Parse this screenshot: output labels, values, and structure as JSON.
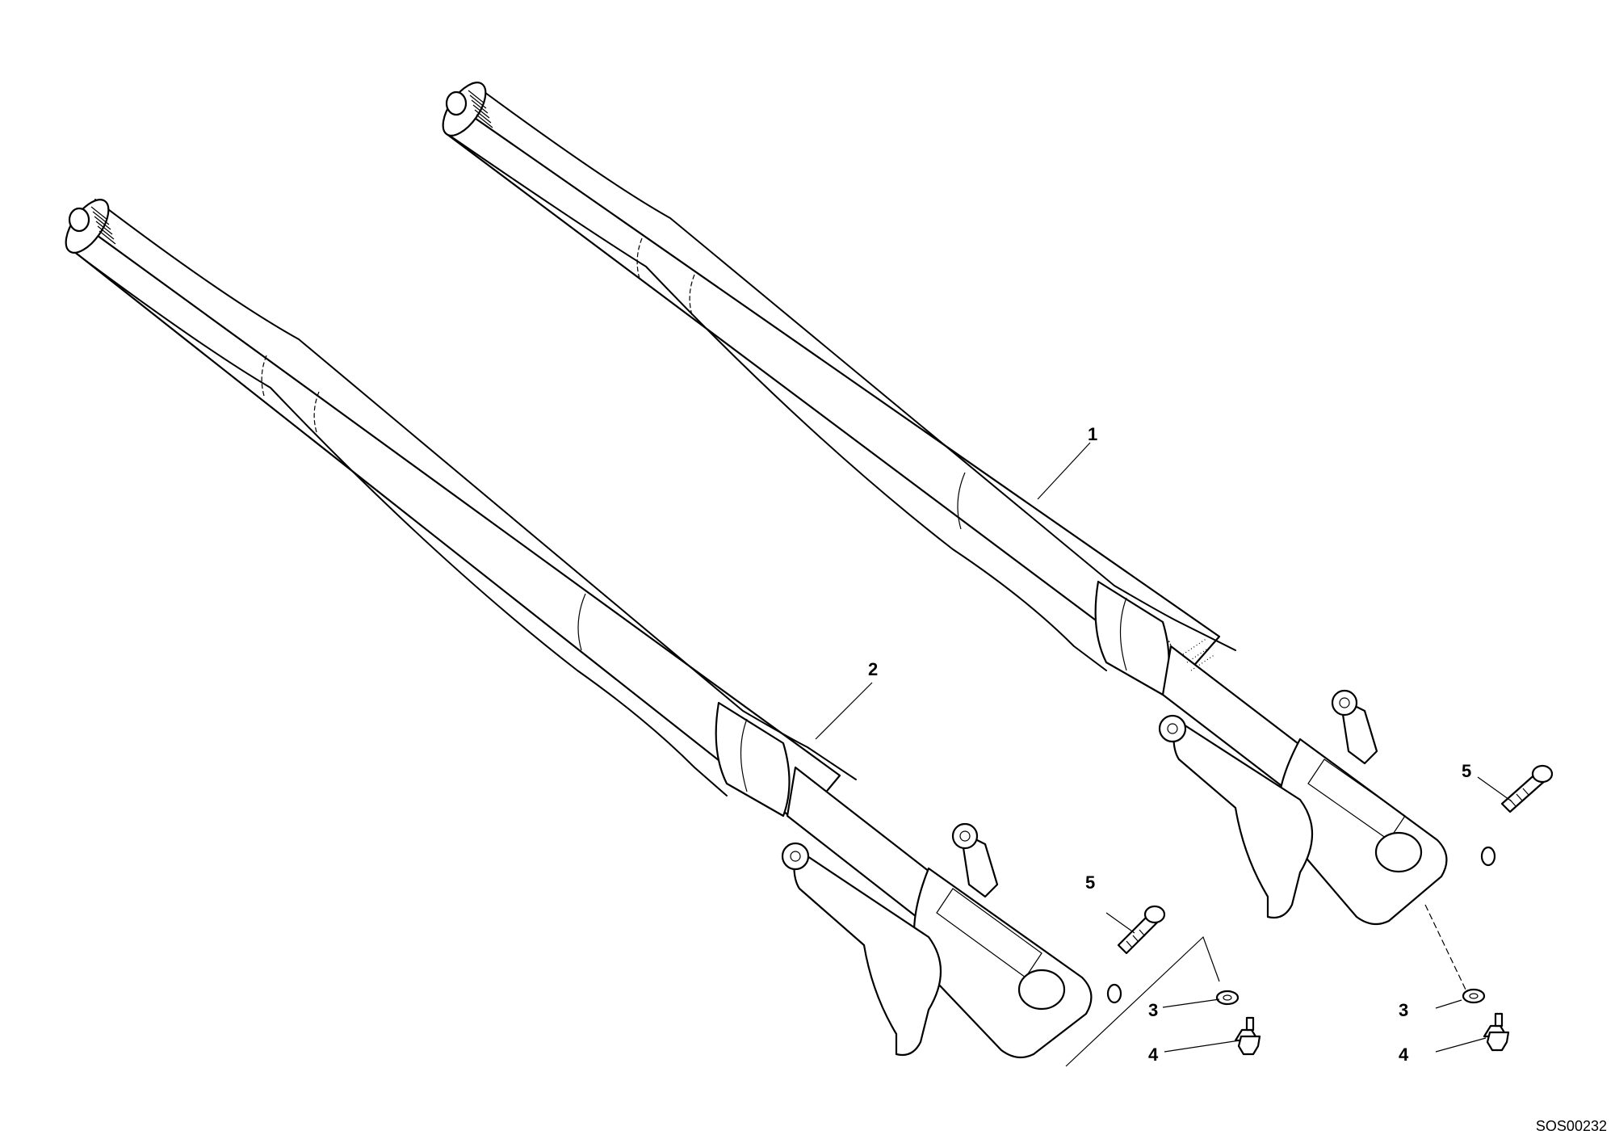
{
  "drawing_code": "SOS00232",
  "callouts": [
    {
      "id": "callout-1",
      "text": "1"
    },
    {
      "id": "callout-2",
      "text": "2"
    },
    {
      "id": "callout-3a",
      "text": "3"
    },
    {
      "id": "callout-4a",
      "text": "4"
    },
    {
      "id": "callout-5a",
      "text": "5"
    },
    {
      "id": "callout-3b",
      "text": "3"
    },
    {
      "id": "callout-4b",
      "text": "4"
    },
    {
      "id": "callout-5b",
      "text": "5"
    }
  ]
}
